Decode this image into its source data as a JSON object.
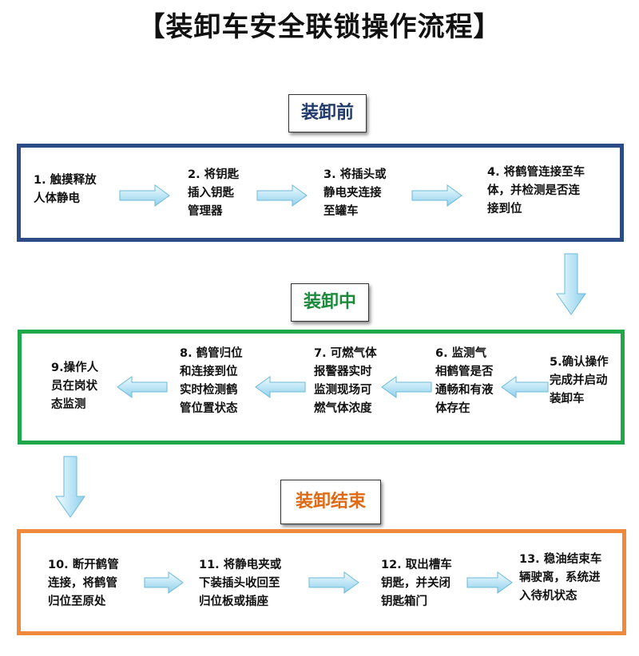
{
  "title": "【装卸车安全联锁操作流程】",
  "stages": {
    "before": {
      "label": "装卸前",
      "color": "#1f3a6b",
      "border": "#2b4c86"
    },
    "during": {
      "label": "装卸中",
      "color": "#1a8a3a",
      "border": "#1fa84a"
    },
    "end": {
      "label": "装卸结束",
      "color": "#e06a14",
      "border": "#f0893a"
    }
  },
  "steps": {
    "s1": [
      "1. 触摸释放",
      "人体静电"
    ],
    "s2": [
      "2. 将钥匙",
      "插入钥匙",
      "管理器"
    ],
    "s3": [
      "3. 将插头或",
      "静电夹连接",
      "至罐车"
    ],
    "s4": [
      "4. 将鹤管连接至车",
      "体，并检测是否连",
      "接到位"
    ],
    "s5": [
      "5.确认操作",
      "完成并启动",
      "装卸车"
    ],
    "s6": [
      "6. 监测气",
      "相鹤管是否",
      "通畅和有液",
      "体存在"
    ],
    "s7": [
      "7. 可燃气体",
      "报警器实时",
      "监测现场可",
      "燃气体浓度"
    ],
    "s8": [
      "8. 鹤管归位",
      "和连接到位",
      "实时检测鹤",
      "管位置状态"
    ],
    "s9": [
      "9.操作人",
      "员在岗状",
      "态监测"
    ],
    "s10": [
      "10. 断开鹤管",
      "连接，将鹤管",
      "归位至原处"
    ],
    "s11": [
      "11. 将静电夹或",
      "下装插头收回至",
      "归位板或插座"
    ],
    "s12": [
      "12. 取出槽车",
      "钥匙，并关闭",
      "钥匙箱门"
    ],
    "s13": [
      "13. 稳油结束车",
      "辆驶离，系统进",
      "入待机状态"
    ]
  }
}
